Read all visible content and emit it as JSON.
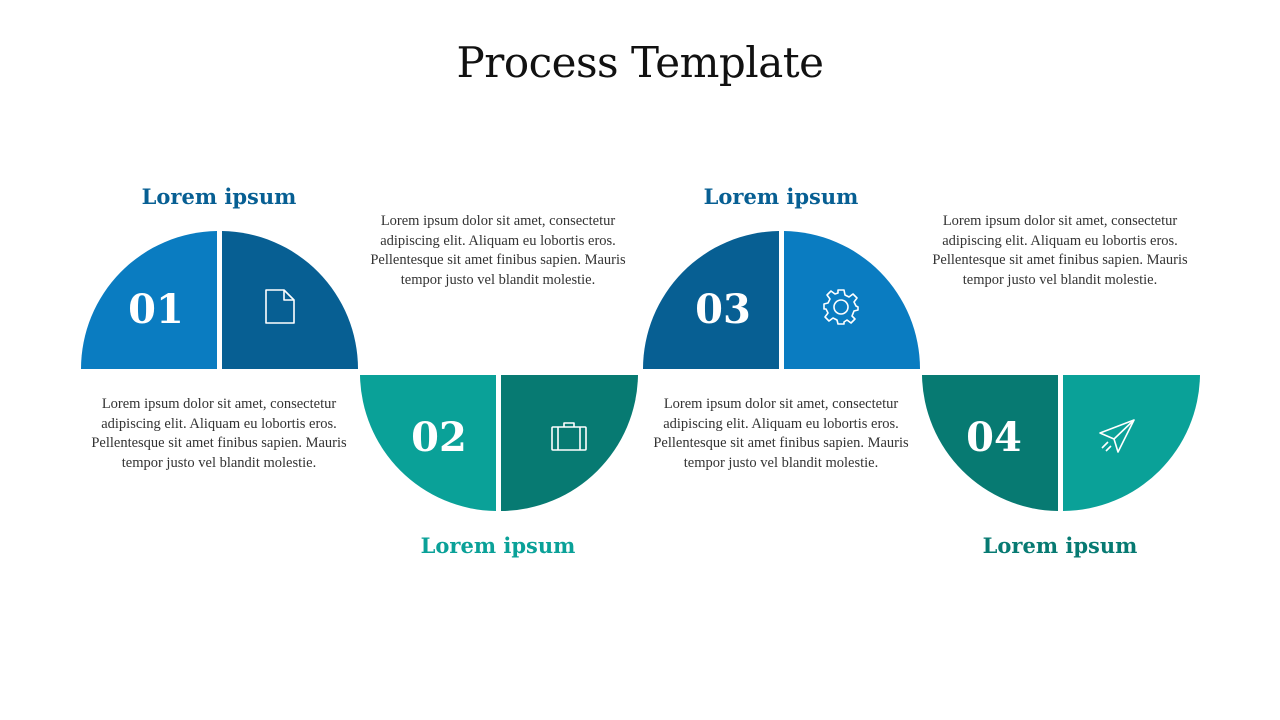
{
  "title": "Process Template",
  "colors": {
    "blue_light": "#0A7CC1",
    "blue_dark": "#075F93",
    "teal_light": "#0AA198",
    "teal_dark": "#077A72",
    "text": "#333333",
    "white": "#FFFFFF"
  },
  "steps": [
    {
      "number": "01",
      "heading": "Lorem ipsum",
      "description": "Lorem ipsum dolor sit amet, consectetur adipiscing elit. Aliquam eu lobortis eros. Pellentesque sit amet finibus sapien. Mauris tempor justo vel blandit molestie.",
      "icon": "document-icon"
    },
    {
      "number": "02",
      "heading": "Lorem ipsum",
      "description": "Lorem ipsum dolor sit amet, consectetur adipiscing elit. Aliquam eu lobortis eros. Pellentesque sit amet finibus sapien. Mauris tempor justo vel blandit molestie.",
      "icon": "briefcase-icon"
    },
    {
      "number": "03",
      "heading": "Lorem ipsum",
      "description": "Lorem ipsum dolor sit amet, consectetur adipiscing elit. Aliquam eu lobortis eros. Pellentesque sit amet finibus sapien. Mauris tempor justo vel blandit molestie.",
      "icon": "gear-icon"
    },
    {
      "number": "04",
      "heading": "Lorem ipsum",
      "description": "Lorem ipsum dolor sit amet, consectetur adipiscing elit. Aliquam eu lobortis eros. Pellentesque sit amet finibus sapien. Mauris tempor justo vel blandit molestie.",
      "icon": "paper-plane-icon"
    }
  ]
}
